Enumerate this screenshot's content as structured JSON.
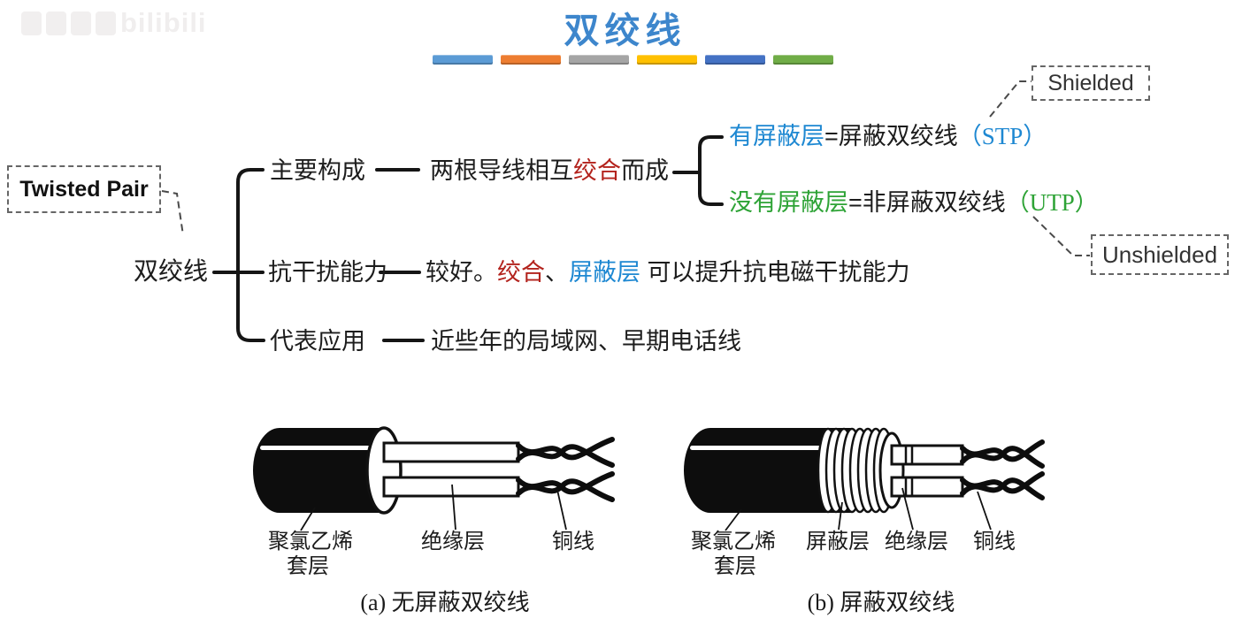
{
  "watermark": {
    "text": "bilibili"
  },
  "title": {
    "text": "双绞线",
    "color": "#3d86cc"
  },
  "divider_bars": [
    "#5B9BD5",
    "#ED7D31",
    "#A5A5A5",
    "#FFC000",
    "#4472C4",
    "#70AD47"
  ],
  "palette": {
    "text": "#1d1d1d",
    "red": "#b3231d",
    "blue": "#1e88d2",
    "green": "#2ea336"
  },
  "mindmap": {
    "root": "双绞线",
    "root_alias": "Twisted Pair",
    "shielded_alias": "Shielded",
    "unshielded_alias": "Unshielded",
    "branches": [
      {
        "label": "主要构成",
        "value": [
          {
            "text": "两根导线相互",
            "color": "#1d1d1d"
          },
          {
            "text": "绞合",
            "color": "#b3231d"
          },
          {
            "text": "而成",
            "color": "#1d1d1d"
          }
        ],
        "children": [
          {
            "segments": [
              {
                "text": "有屏蔽层",
                "color": "#1e88d2"
              },
              {
                "text": "=屏蔽双绞线",
                "color": "#1d1d1d"
              },
              {
                "text": "（STP）",
                "color": "#1e88d2"
              }
            ]
          },
          {
            "segments": [
              {
                "text": "没有屏蔽层",
                "color": "#2ea336"
              },
              {
                "text": "=非屏蔽双绞线",
                "color": "#1d1d1d"
              },
              {
                "text": "（UTP）",
                "color": "#2ea336"
              }
            ]
          }
        ]
      },
      {
        "label": "抗干扰能力",
        "value": [
          {
            "text": "较好。",
            "color": "#1d1d1d"
          },
          {
            "text": "绞合",
            "color": "#b3231d"
          },
          {
            "text": "、",
            "color": "#1d1d1d"
          },
          {
            "text": "屏蔽层",
            "color": "#1e88d2"
          },
          {
            "text": " 可以提升抗电磁干扰能力",
            "color": "#1d1d1d"
          }
        ]
      },
      {
        "label": "代表应用",
        "value": [
          {
            "text": "近些年的局域网、早期电话线",
            "color": "#1d1d1d"
          }
        ]
      }
    ]
  },
  "figures": [
    {
      "caption": "(a) 无屏蔽双绞线",
      "labels": {
        "jacket_line1": "聚氯乙烯",
        "jacket_line2": "套层",
        "insulation": "绝缘层",
        "copper": "铜线"
      }
    },
    {
      "caption": "(b) 屏蔽双绞线",
      "labels": {
        "jacket_line1": "聚氯乙烯",
        "jacket_line2": "套层",
        "shield": "屏蔽层",
        "insulation": "绝缘层",
        "copper": "铜线"
      }
    }
  ]
}
